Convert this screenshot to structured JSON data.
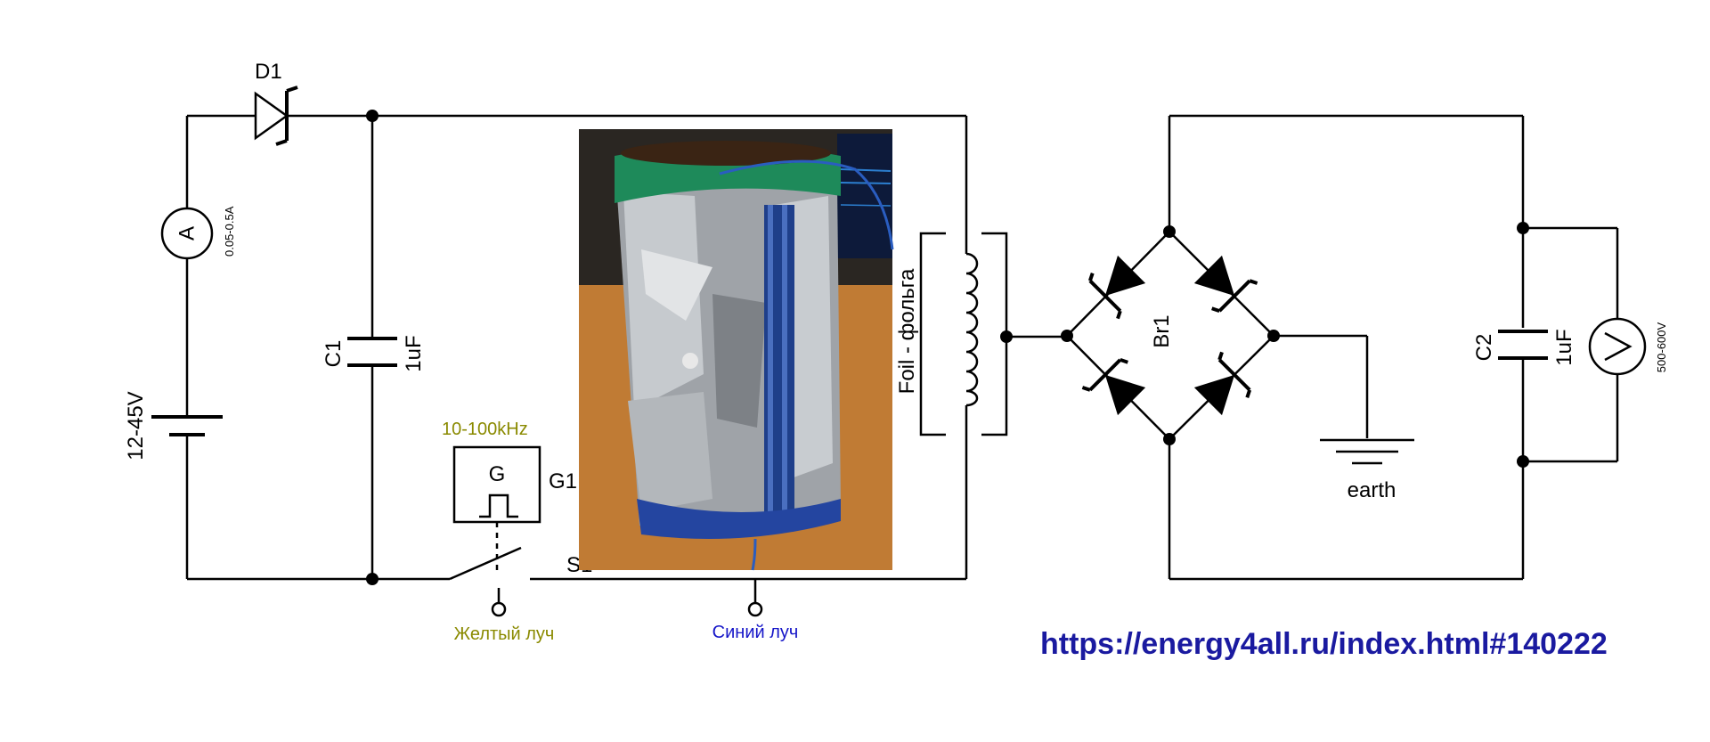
{
  "labels": {
    "d1": "D1",
    "ammeter_symbol": "A",
    "ammeter_range": "0.05-0.5A",
    "battery": "12-45V",
    "c1": "C1",
    "c1_value": "1uF",
    "generator_freq": "10-100kHz",
    "generator_symbol": "G",
    "generator_name": "G1",
    "switch_name": "S1",
    "yellow_ray": "Желтый луч",
    "blue_ray": "Синий луч",
    "foil": "Foil - фольга",
    "bridge": "Br1",
    "earth": "earth",
    "c2": "C2",
    "c2_value": "1uF",
    "voltmeter_range": "500-600V"
  },
  "url": "https://energy4all.ru/index.html#140222",
  "colors": {
    "wire": "#000000",
    "label_olive": "#8a8a00",
    "label_blue": "#1515c8",
    "url": "#1a1aa0"
  },
  "photo": {
    "description_icon": "foil-wrapped-coil-photo"
  }
}
